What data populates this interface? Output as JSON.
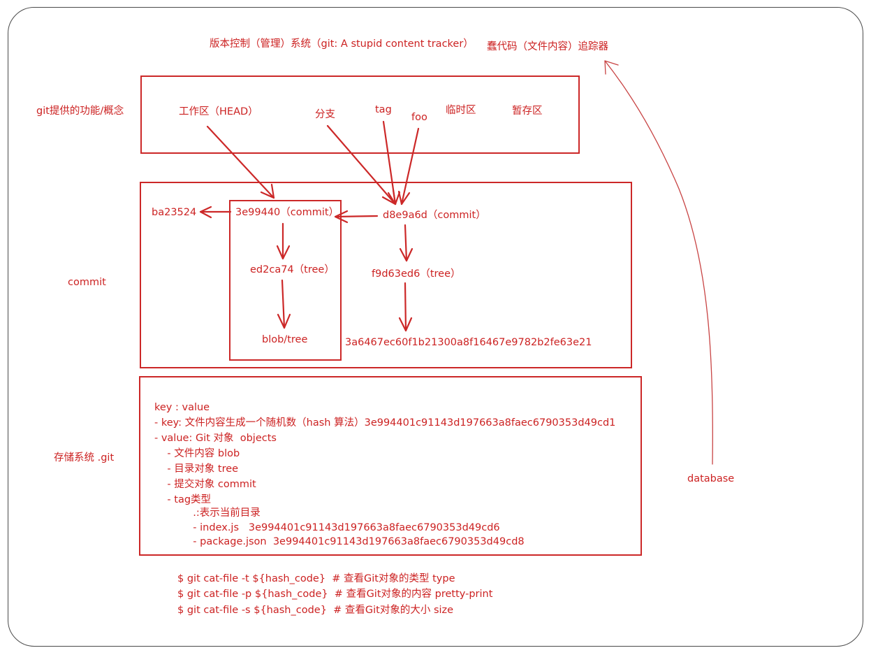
{
  "title": {
    "left": "版本控制（管理）系统（git: A stupid content tracker）",
    "right": "蠢代码（文件内容）追踪器"
  },
  "section_labels": {
    "features": "git提供的功能/概念",
    "commit": "commit",
    "storage": "存储系统 .git",
    "database": "database"
  },
  "features": {
    "workspace": "工作区（HEAD）",
    "branch": "分支",
    "tag": "tag",
    "foo": "foo",
    "temp": "临时区",
    "staging": "暂存区"
  },
  "commit_graph": {
    "ba": "ba23524",
    "commit1": "3e99440（commit）",
    "tree1": "ed2ca74（tree）",
    "blob1": "blob/tree",
    "commit2": "d8e9a6d（commit）",
    "tree2": "f9d63ed6（tree）",
    "blob2": "3a6467ec60f1b21300a8f16467e9782b2fe63e21"
  },
  "storage_lines": [
    "key : value",
    "- key: 文件内容生成一个随机数（hash 算法）3e994401c91143d197663a8faec6790353d49cd1",
    "- value: Git 对象  objects",
    "    - 文件内容 blob",
    "    - 目录对象 tree",
    "    - 提交对象 commit",
    "    - tag类型",
    "            .:表示当前目录",
    "            - index.js   3e994401c91143d197663a8faec6790353d49cd6",
    "            - package.json  3e994401c91143d197663a8faec6790353d49cd8"
  ],
  "commands": [
    "$ git cat-file -t ${hash_code}  # 查看Git对象的类型 type",
    "$ git cat-file -p ${hash_code}  # 查看Git对象的内容 pretty-print",
    "$ git cat-file -s ${hash_code}  # 查看Git对象的大小 size"
  ],
  "colors": {
    "ink": "#cc2222",
    "frame": "#4a4a4a"
  }
}
